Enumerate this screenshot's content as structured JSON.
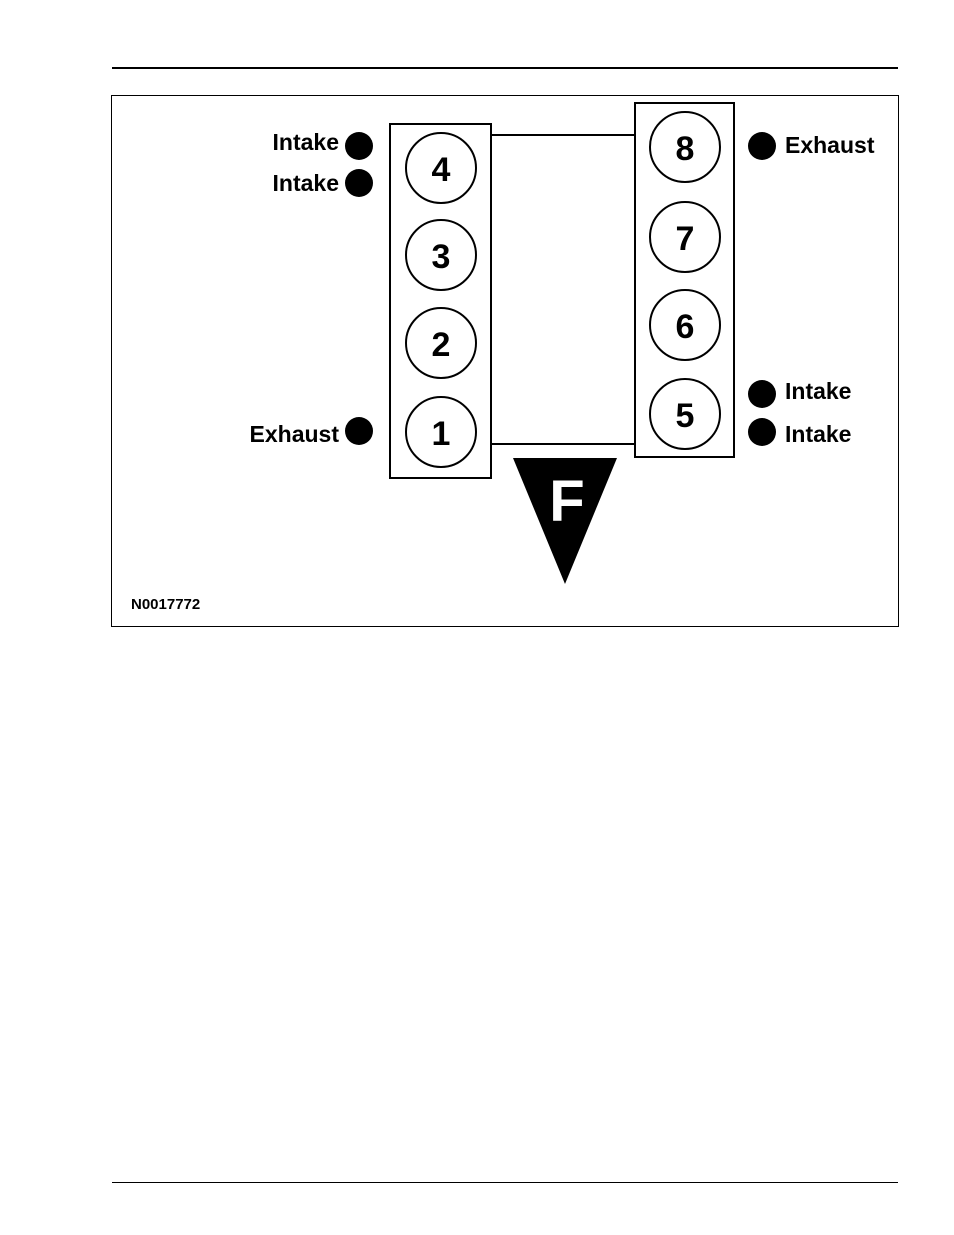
{
  "figure": {
    "id_label": "N0017772",
    "front_marker": "F",
    "left_bank": {
      "cylinders": [
        "4",
        "3",
        "2",
        "1"
      ]
    },
    "right_bank": {
      "cylinders": [
        "8",
        "7",
        "6",
        "5"
      ]
    },
    "valve_labels": {
      "cyl4_a": "Intake",
      "cyl4_b": "Intake",
      "cyl1": "Exhaust",
      "cyl8": "Exhaust",
      "cyl5_a": "Intake",
      "cyl5_b": "Intake"
    }
  }
}
